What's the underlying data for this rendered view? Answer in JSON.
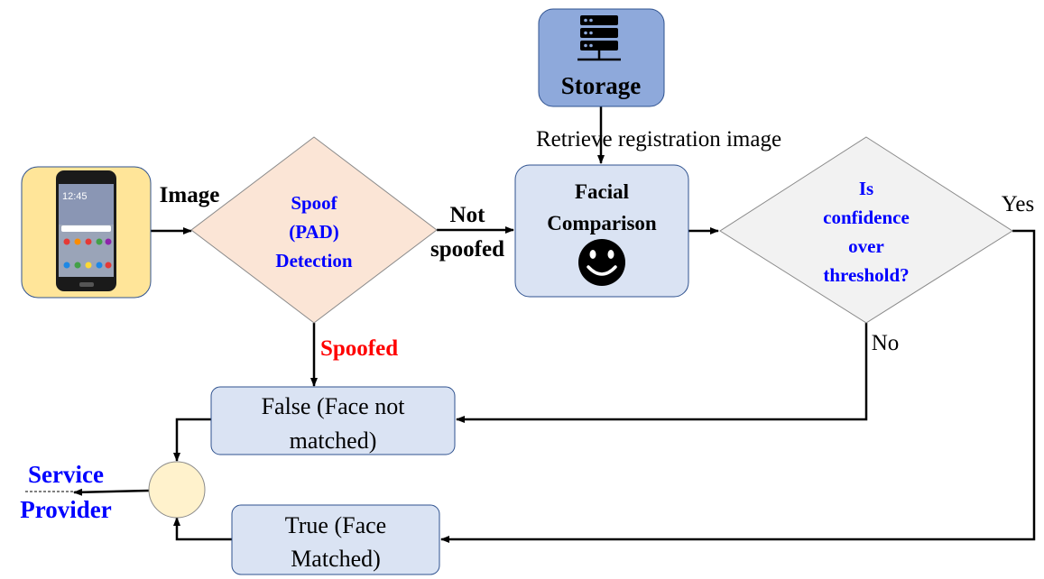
{
  "colors": {
    "phone_box": "#FFE599",
    "storage_box": "#8EA9DB",
    "process_box": "#DAE3F3",
    "spoof_diamond": "#FBE5D6",
    "confidence_diamond": "#F2F2F2",
    "merge_circle": "#FFF2CC",
    "blue_text": "#0000FF",
    "red_text": "#FF0000",
    "line": "#000000"
  },
  "icons": {
    "phone": "smartphone-icon",
    "storage": "server-icon",
    "face": "smiley-face-icon"
  },
  "nodes": {
    "storage": {
      "label": "Storage"
    },
    "spoof_detection": {
      "line1": "Spoof",
      "line2": "(PAD)",
      "line3": "Detection"
    },
    "facial_comparison": {
      "line1": "Facial",
      "line2": "Comparison"
    },
    "confidence_check": {
      "line1": "Is",
      "line2": "confidence",
      "line3": "over",
      "line4": "threshold?"
    },
    "false_result": {
      "line1": "False (Face not",
      "line2": "matched)"
    },
    "true_result": {
      "line1": "True (Face",
      "line2": "Matched)"
    },
    "service_provider": {
      "line1": "Service",
      "line2": "Provider"
    }
  },
  "phone_screen": {
    "time": "12:45"
  },
  "edges": {
    "image": "Image",
    "not_spoofed_1": "Not",
    "not_spoofed_2": "spoofed",
    "spoofed": "Spoofed",
    "retrieve": "Retrieve registration image",
    "yes": "Yes",
    "no": "No"
  }
}
